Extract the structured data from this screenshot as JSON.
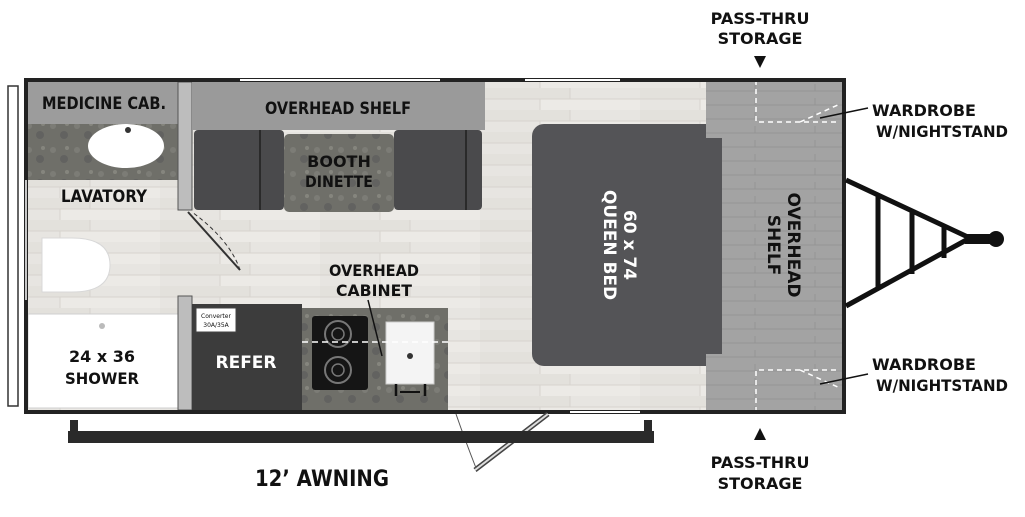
{
  "labels": {
    "medicine_cab": "MEDICINE CAB.",
    "overhead_shelf_top": "OVERHEAD SHELF",
    "booth_line1": "BOOTH",
    "booth_line2": "DINETTE",
    "lavatory": "LAVATORY",
    "shower_line1": "24 x 36",
    "shower_line2": "SHOWER",
    "converter_line1": "Converter",
    "converter_line2": "30A/35A",
    "refer": "REFER",
    "overhead_cab_line1": "OVERHEAD",
    "overhead_cab_line2": "CABINET",
    "bed_line1": "60 x 74",
    "bed_line2": "QUEEN BED",
    "front_shelf_line1": "OVERHEAD",
    "front_shelf_line2": "SHELF",
    "passthru_top_line1": "PASS-THRU",
    "passthru_top_line2": "STORAGE",
    "passthru_bottom_line1": "PASS-THRU",
    "passthru_bottom_line2": "STORAGE",
    "wardrobe_top_line1": "WARDROBE",
    "wardrobe_top_line2": "W/NIGHTSTAND",
    "wardrobe_bottom_line1": "WARDROBE",
    "wardrobe_bottom_line2": "W/NIGHTSTAND",
    "awning": "12’ AWNING"
  },
  "colors": {
    "floor": "#e9e7e4",
    "wall": "#2a2a2a",
    "cabinet": "#9a9a9a",
    "bed": "#545457",
    "refer": "#3b3b3b",
    "counter": "#6b6b66"
  }
}
